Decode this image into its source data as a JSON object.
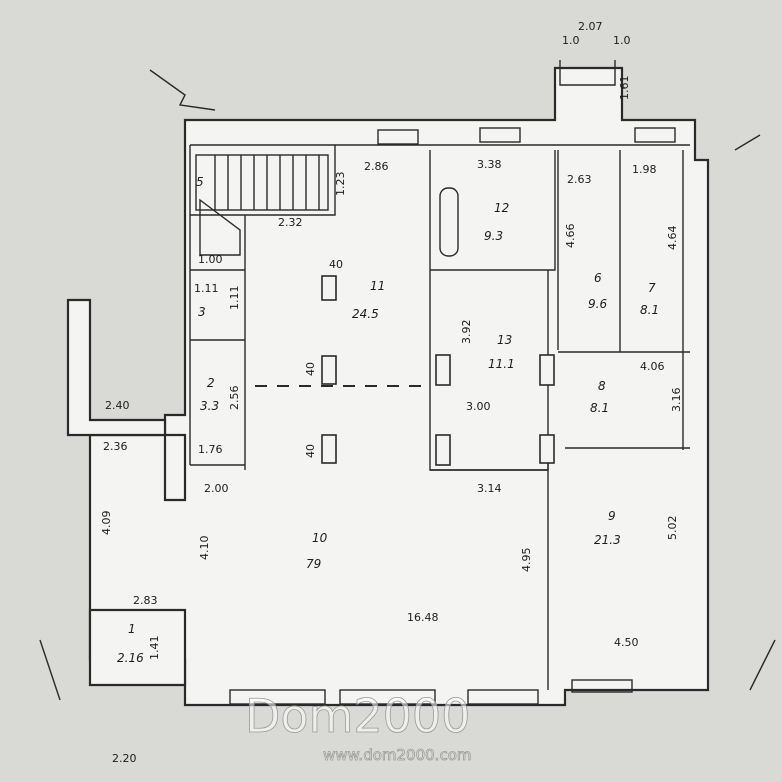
{
  "rooms": [
    {
      "id": "r1",
      "number": "1",
      "area": "2.16"
    },
    {
      "id": "r2",
      "number": "2",
      "area": "3.3"
    },
    {
      "id": "r3",
      "number": "3",
      "area": ""
    },
    {
      "id": "r5",
      "number": "5",
      "area": ""
    },
    {
      "id": "r6",
      "number": "6",
      "area": "9.6"
    },
    {
      "id": "r7",
      "number": "7",
      "area": "8.1"
    },
    {
      "id": "r8",
      "number": "8",
      "area": "8.1"
    },
    {
      "id": "r9",
      "number": "9",
      "area": "21.3"
    },
    {
      "id": "r10",
      "number": "10",
      "area": "79"
    },
    {
      "id": "r11",
      "number": "11",
      "area": "24.5"
    },
    {
      "id": "r12",
      "number": "12",
      "area": "9.3"
    },
    {
      "id": "r13",
      "number": "13",
      "area": "11.1"
    }
  ],
  "dimensions": {
    "top_outside": "2.07",
    "stair_left": "1.0",
    "stair_right": "1.0",
    "stair_side": "1.61",
    "w286": "2.86",
    "w338": "3.38",
    "w263": "2.63",
    "w198": "1.98",
    "w232": "2.32",
    "h123": "1.23",
    "h466": "4.66",
    "h464": "4.64",
    "w100": "1.00",
    "w111": "1.11",
    "h111": "1.11",
    "w406": "4.06",
    "h392": "3.92",
    "h316": "3.16",
    "w300": "3.00",
    "w240": "2.40",
    "w236": "2.36",
    "h256": "2.56",
    "w176": "1.76",
    "w200": "2.00",
    "w314": "3.14",
    "h409": "4.09",
    "h410": "4.10",
    "h495": "4.95",
    "h502": "5.02",
    "w283": "2.83",
    "h141": "1.41",
    "w1648": "16.48",
    "w450": "4.50",
    "w220": "2.20",
    "c40a": "40",
    "c40b": "40",
    "c40c": "40"
  },
  "watermark": {
    "brand": "Dom2000",
    "url": "www.dom2000.com"
  }
}
